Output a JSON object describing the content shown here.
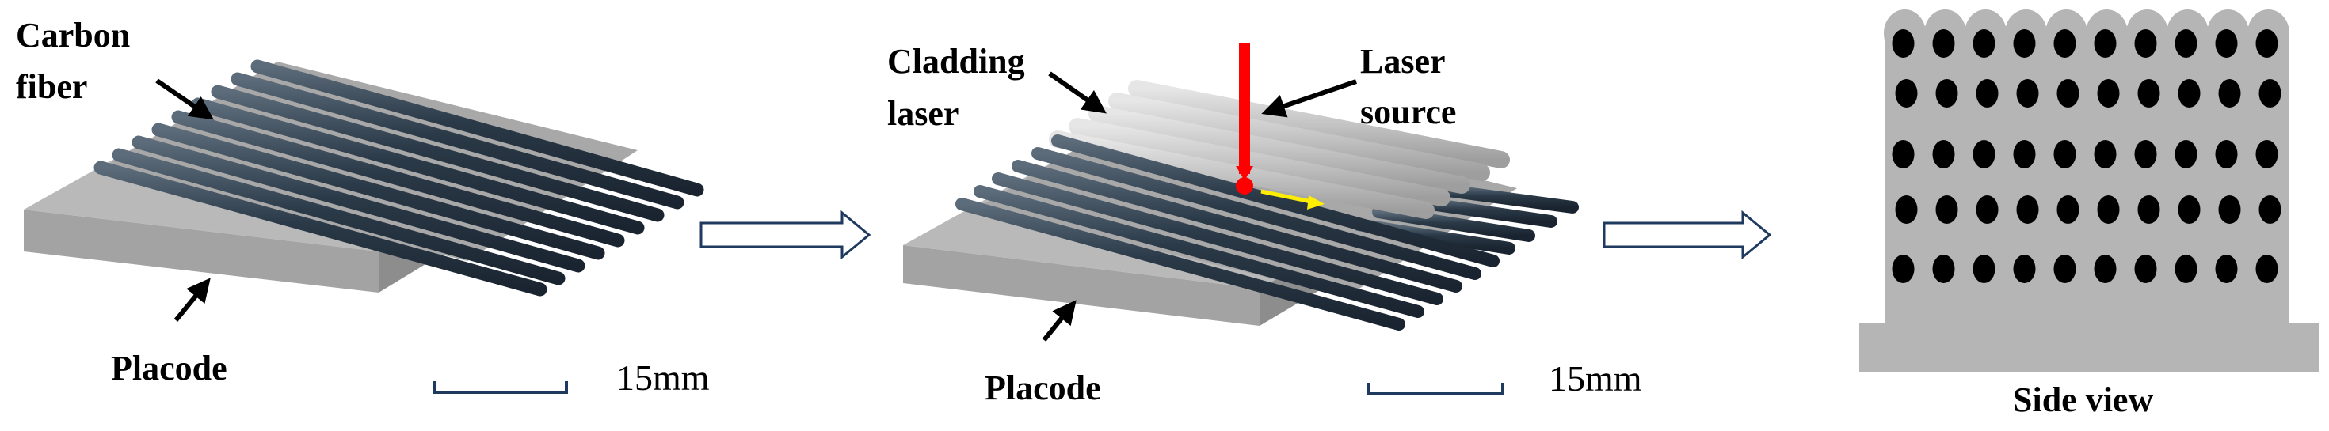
{
  "panels": {
    "left": {
      "label_carbon_line1": "Carbon",
      "label_carbon_line2": "fiber",
      "label_placode": "Placode",
      "scale_text": "15mm"
    },
    "middle": {
      "label_cladding_line1": "Cladding",
      "label_cladding_line2": "laser",
      "label_laser_line1": "Laser",
      "label_laser_line2": "source",
      "label_placode": "Placode",
      "scale_text": "15mm"
    },
    "right": {
      "label_side_view": "Side view"
    }
  },
  "colors": {
    "fiber": "#2b3a48",
    "plate_top": "#b4b4b4",
    "plate_front": "#9c9c9c",
    "cladding": "#c9c9c9",
    "laser": "#ff0000",
    "scan_arrow": "#ffee00",
    "process_arrow": "#1f3a5f"
  }
}
